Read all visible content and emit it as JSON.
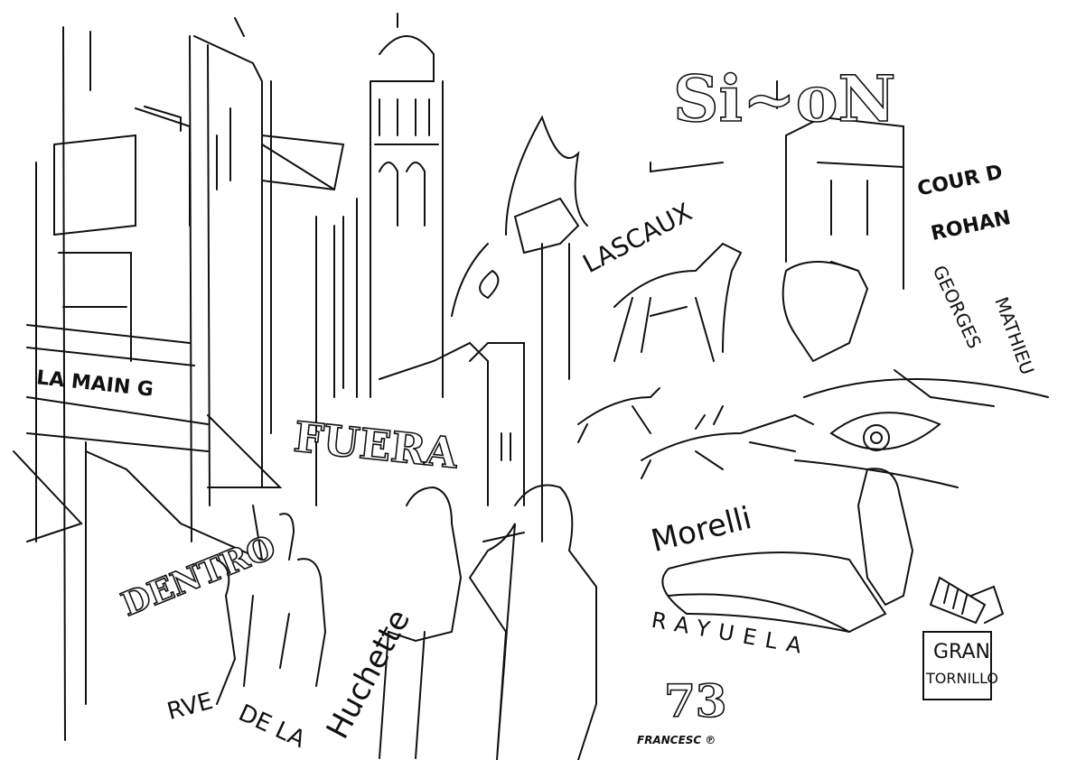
{
  "artwork": {
    "signs": {
      "sion": "Si~oN",
      "cour_rohan_1": "COUR D",
      "cour_rohan_2": "ROHAN",
      "georges": "GEORGES",
      "mathieu": "MATHIEU",
      "lascaux": "LASCAUX",
      "la_main": "LA MAIN G",
      "fuera": "FUERA",
      "dentro": "DENTRO",
      "rue": "RVE",
      "de_la": "DE LA",
      "huchette": "Huchette",
      "morelli": "Morelli",
      "rayuela": "RAYUELA",
      "number": "73",
      "gran": "GRAN",
      "tornillo": "TORNILLO"
    },
    "signature": "FRANCESC ℗",
    "colors": {
      "ink": "#111111",
      "paper": "#ffffff"
    }
  }
}
